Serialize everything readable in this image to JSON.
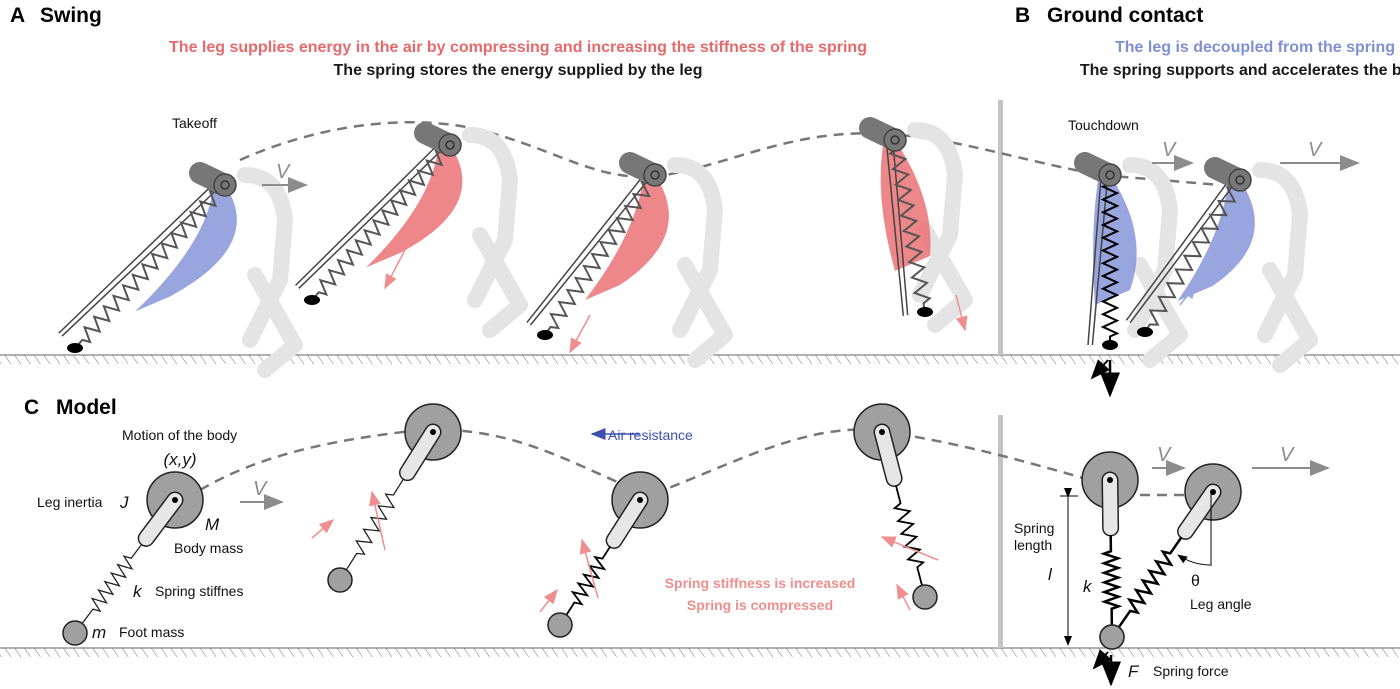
{
  "panels": {
    "a": {
      "letter": "A",
      "title": "Swing",
      "subtitle_red": "The leg supplies energy in the air by compressing and increasing the stiffness of the spring",
      "subtitle_black": "The spring stores the energy supplied by the leg",
      "takeoff": "Takeoff",
      "v": "V"
    },
    "b": {
      "letter": "B",
      "title": "Ground contact",
      "subtitle_blue": "The leg is decoupled from the spring",
      "subtitle_black": "The spring supports and accelerates the body",
      "touchdown": "Touchdown",
      "v1": "V",
      "v2": "V"
    },
    "c": {
      "letter": "C",
      "title": "Model",
      "motion": "Motion of the body",
      "xy": "(x,y)",
      "leg_inertia": "Leg inertia",
      "J": "J",
      "M": "M",
      "body_mass": "Body mass",
      "k": "k",
      "spring_stiffness": "Spring stiffnes",
      "m": "m",
      "foot_mass": "Foot mass",
      "v": "V",
      "air_resistance": "Air resistance",
      "note1": "Spring stiffness is increased",
      "note2": "Spring is compressed",
      "spring_length_1": "Spring",
      "spring_length_2": "length",
      "l": "l",
      "k2": "k",
      "theta": "θ",
      "leg_angle": "Leg angle",
      "F": "F",
      "spring_force": "Spring force",
      "v1": "V",
      "v2": "V"
    }
  },
  "colors": {
    "red": "#e8696b",
    "blue": "#7f8fd6",
    "gray": "#8c8c8c",
    "body": "#a0a0a0",
    "ghost": "#e4e4e4"
  }
}
